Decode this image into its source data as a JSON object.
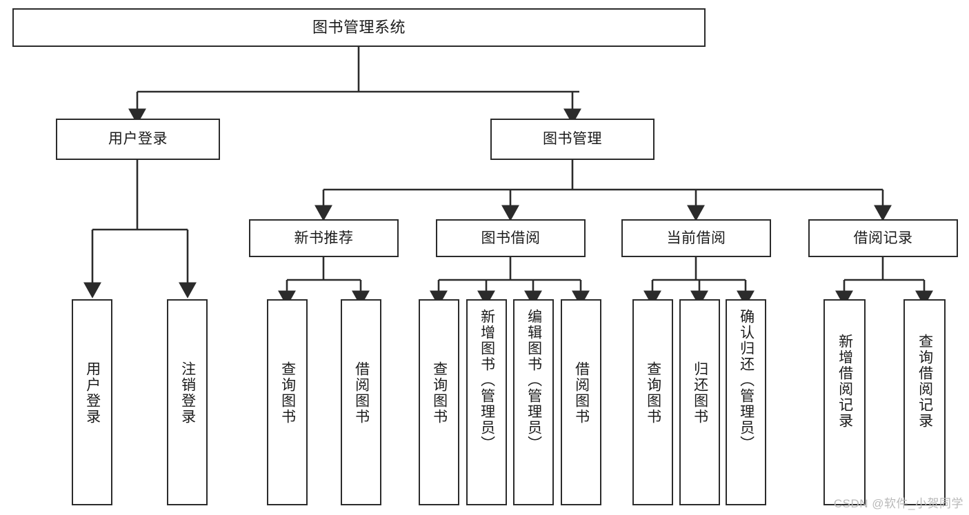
{
  "diagram": {
    "type": "tree-hierarchy",
    "title": "图书管理系统",
    "watermark": "CSDN @软件_小贺同学",
    "colors": {
      "stroke": "#2b2b2b",
      "fill": "#ffffff",
      "text": "#1b1b1b",
      "watermark": "#b9b9b9"
    },
    "levels": {
      "root": {
        "label": "图书管理系统"
      },
      "level2": [
        {
          "id": "user-login",
          "label": "用户登录"
        },
        {
          "id": "book-manage",
          "label": "图书管理"
        }
      ],
      "level3": [
        {
          "id": "new-book-recommend",
          "label": "新书推荐"
        },
        {
          "id": "book-borrow",
          "label": "图书借阅"
        },
        {
          "id": "current-borrow",
          "label": "当前借阅"
        },
        {
          "id": "borrow-record",
          "label": "借阅记录"
        }
      ],
      "leaves": {
        "user_login": [
          {
            "id": "leaf-user-login",
            "label": "用户登录"
          },
          {
            "id": "leaf-logout-login",
            "label": "注销登录"
          }
        ],
        "new_book_recommend": [
          {
            "id": "leaf-query-book-1",
            "label": "查询图书"
          },
          {
            "id": "leaf-borrow-book-1",
            "label": "借阅图书"
          }
        ],
        "book_borrow": [
          {
            "id": "leaf-query-book-2",
            "label": "查询图书"
          },
          {
            "id": "leaf-add-book",
            "label": "新增图书（管理员）"
          },
          {
            "id": "leaf-edit-book",
            "label": "编辑图书（管理员）"
          },
          {
            "id": "leaf-borrow-book-2",
            "label": "借阅图书"
          }
        ],
        "current_borrow": [
          {
            "id": "leaf-query-book-3",
            "label": "查询图书"
          },
          {
            "id": "leaf-return-book",
            "label": "归还图书"
          },
          {
            "id": "leaf-confirm-return",
            "label": "确认归还（管理员）"
          }
        ],
        "borrow_record": [
          {
            "id": "leaf-add-record",
            "label": "新增借阅记录"
          },
          {
            "id": "leaf-query-record",
            "label": "查询借阅记录"
          }
        ]
      }
    }
  }
}
